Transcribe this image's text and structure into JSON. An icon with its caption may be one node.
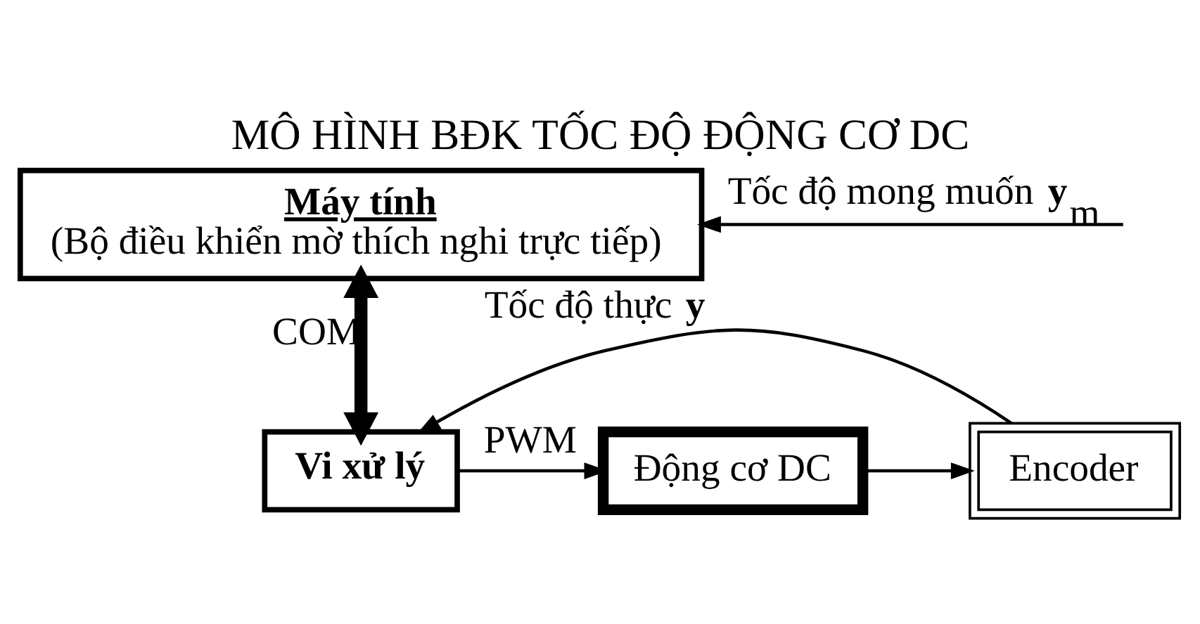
{
  "diagram": {
    "title": "MÔ HÌNH BĐK TỐC ĐỘ ĐỘNG CƠ DC",
    "nodes": [
      {
        "text": [
          "Máy tính",
          "(Bộ điều khiển mờ thích nghi trực tiếp)"
        ]
      },
      {
        "text": [
          "Vi xử lý"
        ]
      },
      {
        "text": [
          "Động cơ DC"
        ]
      },
      {
        "text": [
          "Encoder"
        ]
      }
    ],
    "edges": [
      {
        "from": null,
        "to": 0,
        "arrow": "to",
        "label": "Tốc độ mong muốn **y**$_{m}$"
      },
      {
        "from": 0,
        "to": 1,
        "arrow": "both",
        "style": "thick",
        "label": "COM"
      },
      {
        "from": 1,
        "to": 2,
        "arrow": "to",
        "label": "PWM"
      },
      {
        "from": 2,
        "to": 3,
        "arrow": "to"
      },
      {
        "from": 3,
        "to": 1,
        "arrow": "to",
        "label": "Tốc độ thực **y**"
      }
    ]
  }
}
